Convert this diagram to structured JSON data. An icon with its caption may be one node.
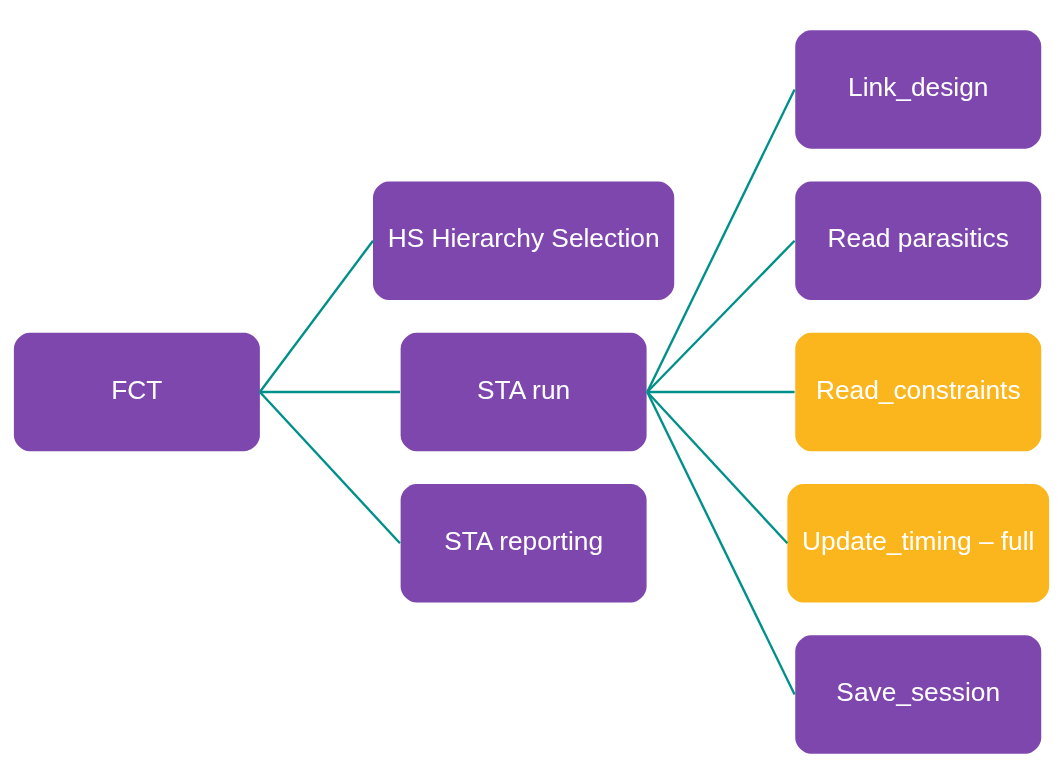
{
  "diagram": {
    "nodes": [
      {
        "text": [
          "FCT"
        ]
      },
      {
        "text": [
          "HS Hierarchy Selection"
        ]
      },
      {
        "text": [
          "STA run"
        ]
      },
      {
        "text": [
          "STA reporting"
        ]
      },
      {
        "text": [
          "Link_design"
        ]
      },
      {
        "text": [
          "Read parasitics"
        ]
      },
      {
        "text": [
          "Read_constraints"
        ]
      },
      {
        "text": [
          "Update_timing – full"
        ]
      },
      {
        "text": [
          "Save_session"
        ]
      }
    ],
    "edges": [
      {
        "from": 0,
        "to": 1,
        "arrow": "none"
      },
      {
        "from": 0,
        "to": 2,
        "arrow": "none"
      },
      {
        "from": 0,
        "to": 3,
        "arrow": "none"
      },
      {
        "from": 2,
        "to": 4,
        "arrow": "none"
      },
      {
        "from": 2,
        "to": 5,
        "arrow": "none"
      },
      {
        "from": 2,
        "to": 6,
        "arrow": "none"
      },
      {
        "from": 2,
        "to": 7,
        "arrow": "none"
      },
      {
        "from": 2,
        "to": 8,
        "arrow": "none"
      }
    ]
  }
}
